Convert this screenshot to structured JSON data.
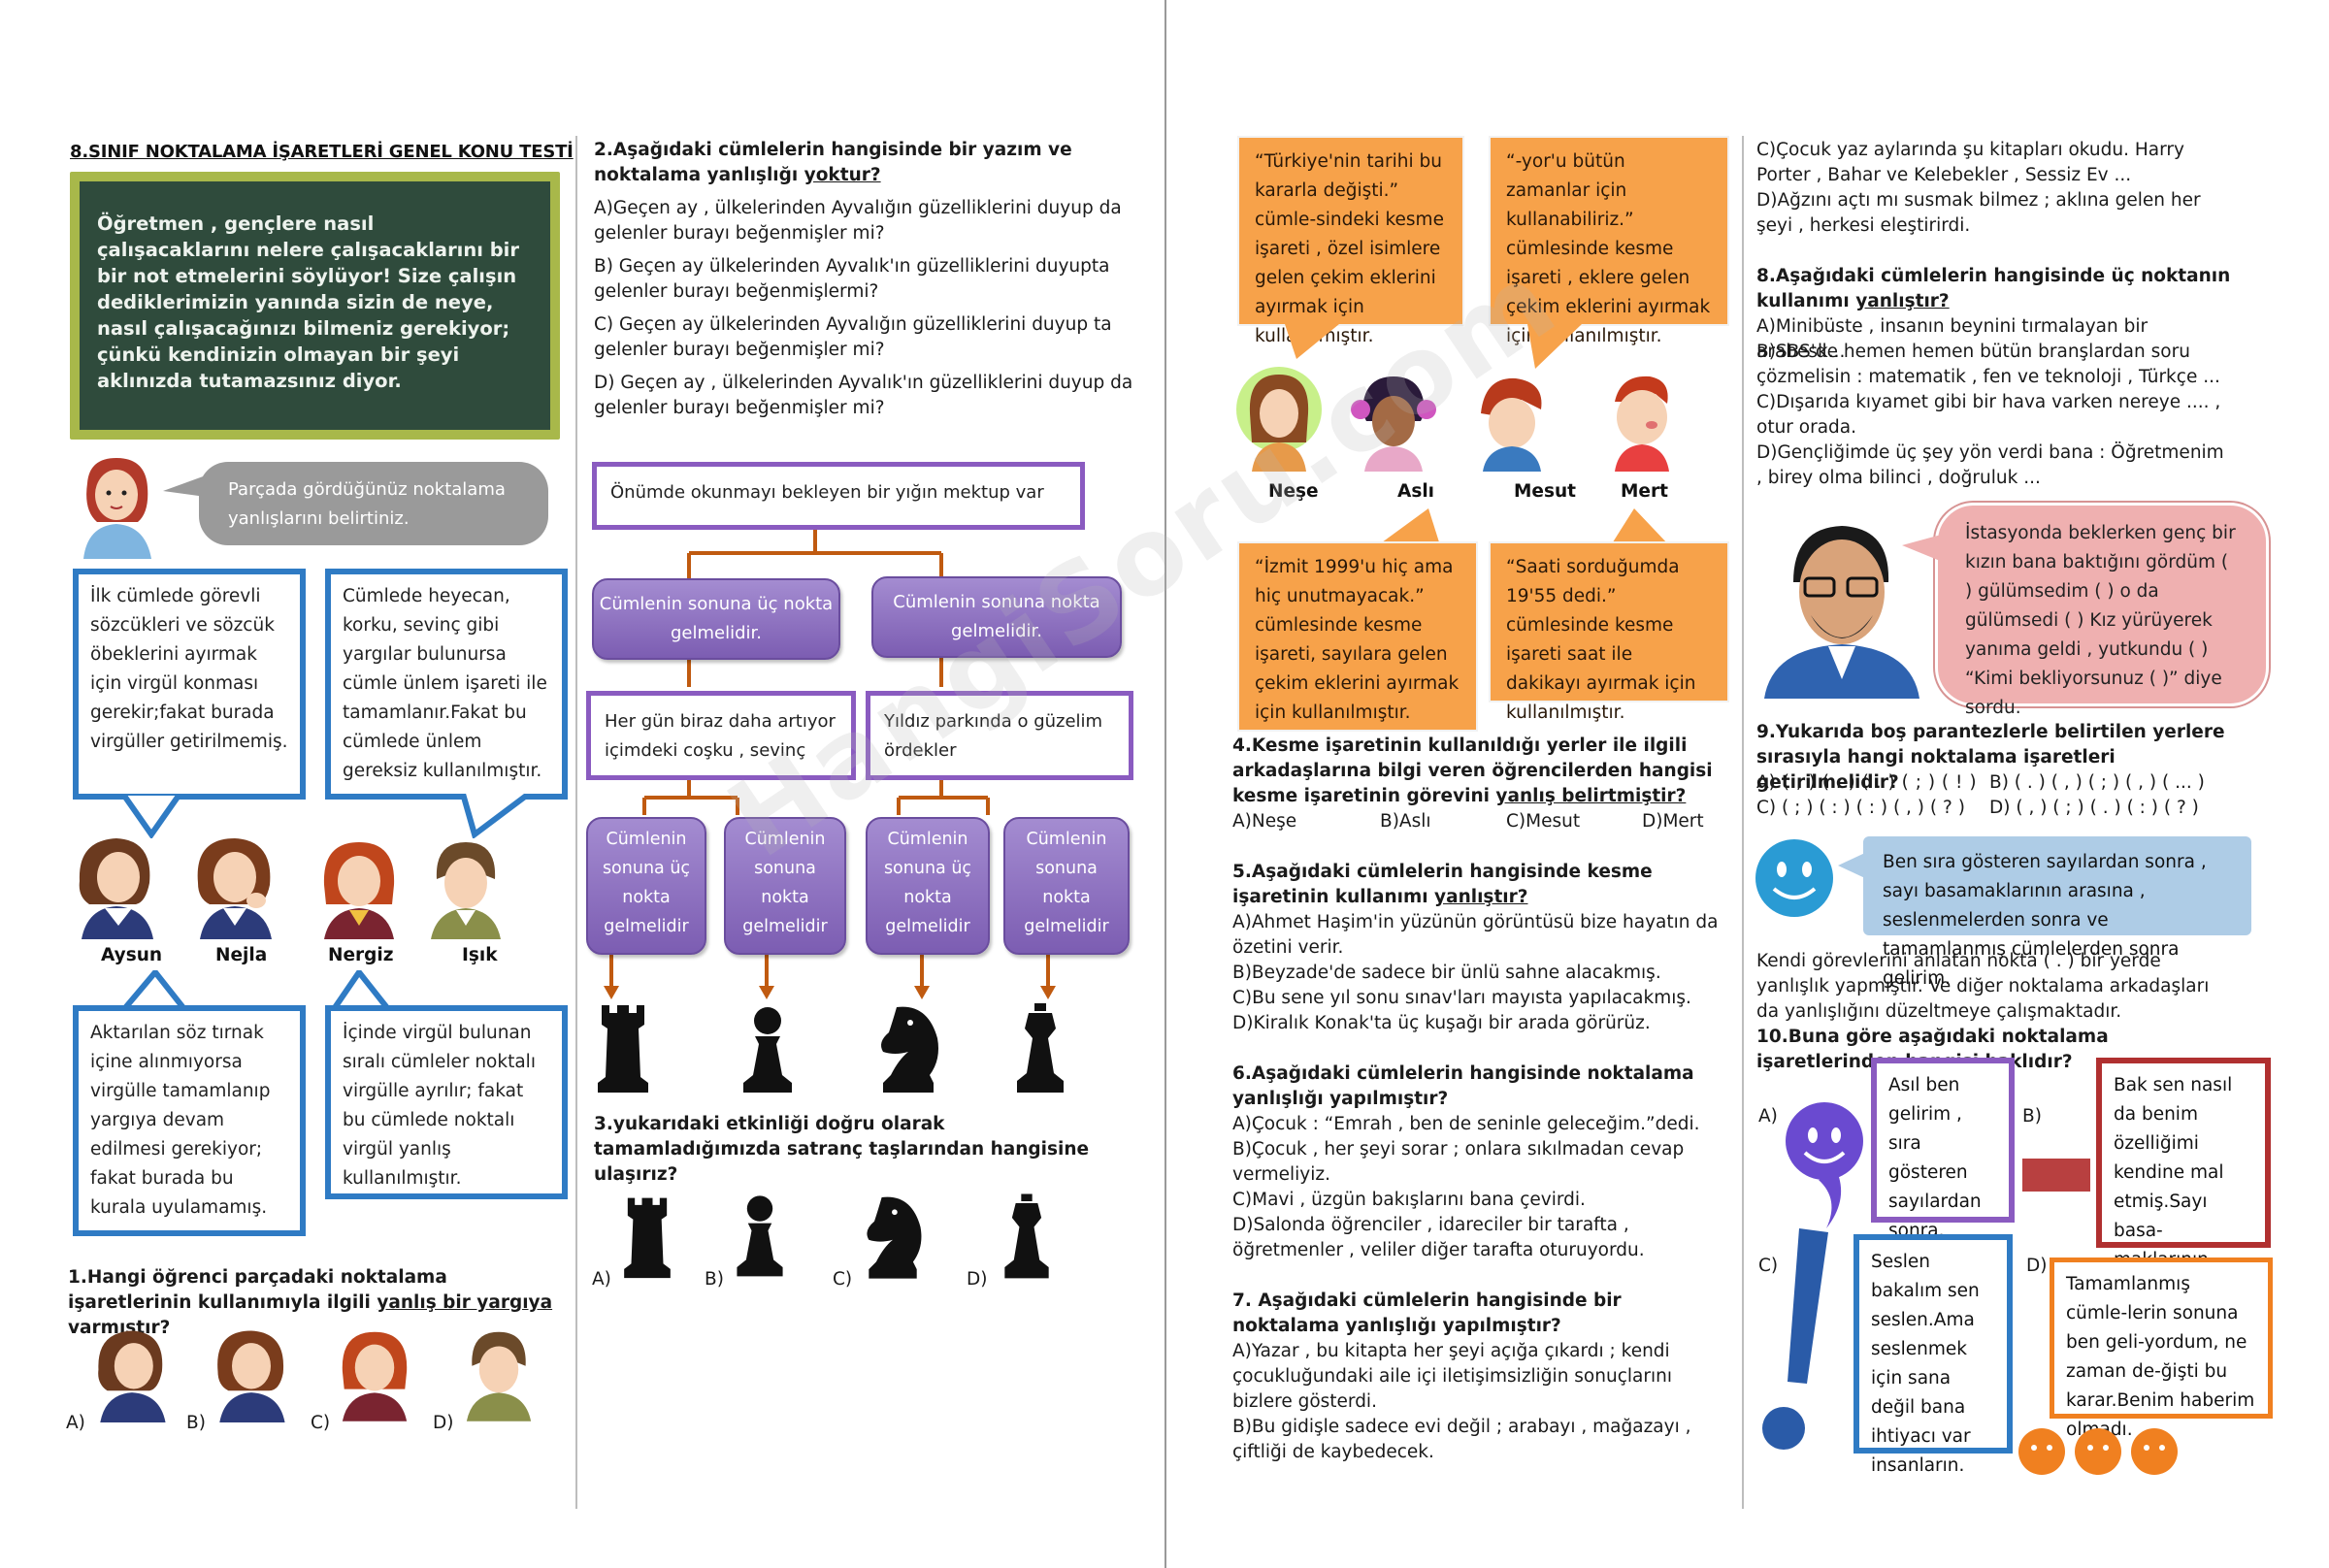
{
  "col1": {
    "title": "8.SINIF NOKTALAMA İŞARETLERİ GENEL KONU TESTİ",
    "chalk_text": "Öğretmen , gençlere nasıl çalışacaklarını nelere çalışacaklarını bir bir not etmelerini söylüyor! Size çalışın dediklerimizin yanında sizin de neye, nasıl çalışacağınızı bilmeniz gerekiyor; çünkü kendinizin olmayan bir şeyi aklınızda tutamazsınız diyor.",
    "teacher_bubble": "Parçada gördüğünüz noktalama yanlışlarını belirtiniz.",
    "box_aysun": "İlk cümlede görevli sözcükleri ve sözcük öbeklerini ayırmak için virgül konması gerekir;fakat burada virgüller getirilmemiş.",
    "box_nejla": "Cümlede heyecan, korku, sevinç gibi yargılar bulunursa cümle ünlem işareti ile tamamlanır.Fakat bu cümlede ünlem gereksiz kullanılmıştır.",
    "names": [
      "Aysun",
      "Nejla",
      "Nergiz",
      "Işık"
    ],
    "box_nergiz": "Aktarılan söz tırnak içine alınmıyorsa virgülle tamamlanıp yargıya devam edilmesi gerekiyor; fakat burada bu kurala uyulamamış.",
    "box_isik": "İçinde virgül bulunan sıralı cümleler noktalı virgülle ayrılır; fakat bu cümlede noktalı virgül yanlış kullanılmıştır.",
    "q1_a": "1.Hangi öğrenci parçadaki noktalama işaretlerinin kullanımıyla ilgili ",
    "q1_u": "yanlış bir yargıya",
    "q1_b": " varmıştır?",
    "opts": [
      "A)",
      "B)",
      "C)",
      "D)"
    ]
  },
  "col2": {
    "q2_a": "2.Aşağıdaki cümlelerin hangisinde bir yazım ve noktalama yanlışlığı ",
    "q2_u": "yoktur?",
    "q2_options": [
      "A)Geçen ay , ülkelerinden Ayvalığın güzelliklerini duyup da gelenler burayı beğenmişler mi?",
      "B) Geçen ay  ülkelerinden Ayvalık'ın güzelliklerini duyupta gelenler burayı beğenmişlermi?",
      "C) Geçen ay  ülkelerinden Ayvalığın güzelliklerini duyup  ta gelenler burayı beğenmişler mi?",
      "D) Geçen ay , ülkelerinden Ayvalık'ın güzelliklerini duyup da gelenler burayı beğenmişler mi?"
    ],
    "root": "Önümde okunmayı bekleyen bir yığın mektup var",
    "pill_left": "Cümlenin sonuna üç nokta gelmelidir.",
    "pill_right": "Cümlenin sonuna nokta gelmelidir.",
    "box_left": "Her gün biraz daha artıyor içimdeki coşku , sevinç",
    "box_right": "Yıldız parkında o güzelim ördekler",
    "leaf": [
      "Cümlenin sonuna üç nokta gelmelidir",
      "Cümlenin sonuna nokta gelmelidir",
      "Cümlenin sonuna üç nokta gelmelidir",
      "Cümlenin sonuna nokta gelmelidir"
    ],
    "q3": "3.yukarıdaki etkinliği doğru olarak tamamladığımızda satranç taşlarından hangisine ulaşırız?",
    "opts": [
      "A)",
      "B)",
      "C)",
      "D)"
    ]
  },
  "col3": {
    "bubble_nese": "“Türkiye'nin tarihi bu kararla değişti.” cümle-sindeki kesme işareti , özel isimlere gelen çekim eklerini ayırmak için kullanılmıştır.",
    "bubble_asli": "“-yor'u bütün zamanlar için kullanabiliriz.” cümlesinde kesme işareti , eklere gelen çekim eklerini ayırmak için kullanılmıştır.",
    "names": [
      "Neşe",
      "Aslı",
      "Mesut",
      "Mert"
    ],
    "bubble_mesut": "“İzmit 1999'u hiç ama hiç unutmayacak.” cümlesinde kesme işareti, sayılara gelen çekim eklerini ayırmak için kullanılmıştır.",
    "bubble_mert": "“Saati sorduğumda 19'55 dedi.” cümlesinde kesme işareti saat ile dakikayı ayırmak için kullanılmıştır.",
    "q4_a": "4.Kesme işaretinin kullanıldığı yerler ile ilgili arkadaşlarına bilgi veren öğrencilerden hangisi kesme işaretinin görevini ",
    "q4_u": "yanlış belirtmiştir?",
    "q4_opts": [
      "A)Neşe",
      "B)Aslı",
      "C)Mesut",
      "D)Mert"
    ],
    "q5_a": "5.Aşağıdaki cümlelerin hangisinde kesme işaretinin kullanımı ",
    "q5_u": "yanlıştır?",
    "q5_options": [
      "A)Ahmet Haşim'in  yüzünün görüntüsü bize hayatın da özetini verir.",
      "B)Beyzade'de sadece bir ünlü sahne alacakmış.",
      "C)Bu sene yıl sonu sınav'ları mayısta yapılacakmış.",
      "D)Kiralık Konak'ta üç kuşağı bir arada görürüz."
    ],
    "q6": "6.Aşağıdaki cümlelerin hangisinde noktalama yanlışlığı yapılmıştır?",
    "q6_options": [
      "A)Çocuk : “Emrah , ben de seninle geleceğim.”dedi.",
      "B)Çocuk , her şeyi sorar ; onlara sıkılmadan cevap vermeliyiz.",
      "C)Mavi , üzgün bakışlarını bana çevirdi.",
      "D)Salonda öğrenciler , idareciler bir tarafta , öğretmenler , veliler diğer tarafta oturuyordu."
    ],
    "q7": "7. Aşağıdaki cümlelerin hangisinde bir noktalama yanlışlığı yapılmıştır?",
    "q7_options": [
      "A)Yazar , bu kitapta her şeyi açığa çıkardı ; kendi çocukluğundaki aile içi iletişimsizliğin sonuçlarını bizlere gösterdi.",
      "B)Bu gidişle sadece evi  değil ; arabayı , mağazayı , çiftliği de kaybedecek."
    ],
    "watermark": "HangiSoru.com"
  },
  "col4": {
    "q7_cont": [
      "C)Çocuk yaz aylarında şu kitapları okudu. Harry Porter , Bahar ve Kelebekler , Sessiz Ev ...",
      "D)Ağzını açtı mı susmak bilmez ; aklına gelen her şeyi , herkesi eleştirirdi."
    ],
    "q8_a": "8.Aşağıdaki cümlelerin hangisinde üç noktanın kullanımı ",
    "q8_u": "yanlıştır?",
    "q8_options": [
      "A)Minibüste , insanın beynini tırmalayan bir arabesk...",
      "B)SBS'de hemen hemen bütün branşlardan soru çözmelisin : matematik , fen ve teknoloji , Türkçe ...",
      "C)Dışarıda kıyamet gibi bir hava varken nereye .... , otur orada.",
      "D)Gençliğimde üç şey yön verdi bana : Öğretmenim , birey olma bilinci , doğruluk ..."
    ],
    "man_bubble": "İstasyonda beklerken genç bir kızın bana baktığını gördüm (  ) gülümsedim (  ) o da gülümsedi (  ) Kız yürüyerek yanıma geldi , yutkundu (  ) “Kimi bekliyorsunuz (  )” diye sordu.",
    "q9": "9.Yukarıda boş parantezlerle belirtilen yerlere sırasıyla hangi noktalama işaretleri getirilmelidir?",
    "q9_options": [
      "A) ( , ) ( . ) ( . ) ( ; ) ( ! )",
      "B) ( . ) ( , ) ( ; ) ( , ) ( ... )",
      "C) ( ; ) ( : ) ( : ) ( , ) ( ? )",
      "D) ( , ) ( ; ) ( . ) ( : ) ( ? )"
    ],
    "dot_bubble": "Ben sıra gösteren sayılardan sonra , sayı basamaklarının arasına , seslenmelerden sonra ve tamamlanmış cümlelerden sonra gelirim.",
    "q10_intro": "Kendi görevlerini anlatan nokta ( . ) bir yerde yanlışlık yapmıştır. Ve diğer noktalama arkadaşları da yanlışlığını düzeltmeye çalışmaktadır.",
    "q10": "10.Buna göre aşağıdaki noktalama işaretlerinden hangisi haklıdır?",
    "box_a": "Asıl ben gelirim , sıra gösteren sayılardan sonra.",
    "box_b": "Bak sen nasıl da benim özelliğimi kendine mal etmiş.Sayı basa-maklarının arası-na ben gelirim.",
    "box_c": "Seslen bakalım sen seslen.Ama seslenmek için sana değil bana ihtiyacı var insanların.",
    "box_d": "Tamamlanmış cümle-lerin sonuna ben geli-yordum, ne zaman de-ğişti bu karar.Benim haberim olmadı.",
    "opts": [
      "A)",
      "B)",
      "C)",
      "D)"
    ]
  }
}
